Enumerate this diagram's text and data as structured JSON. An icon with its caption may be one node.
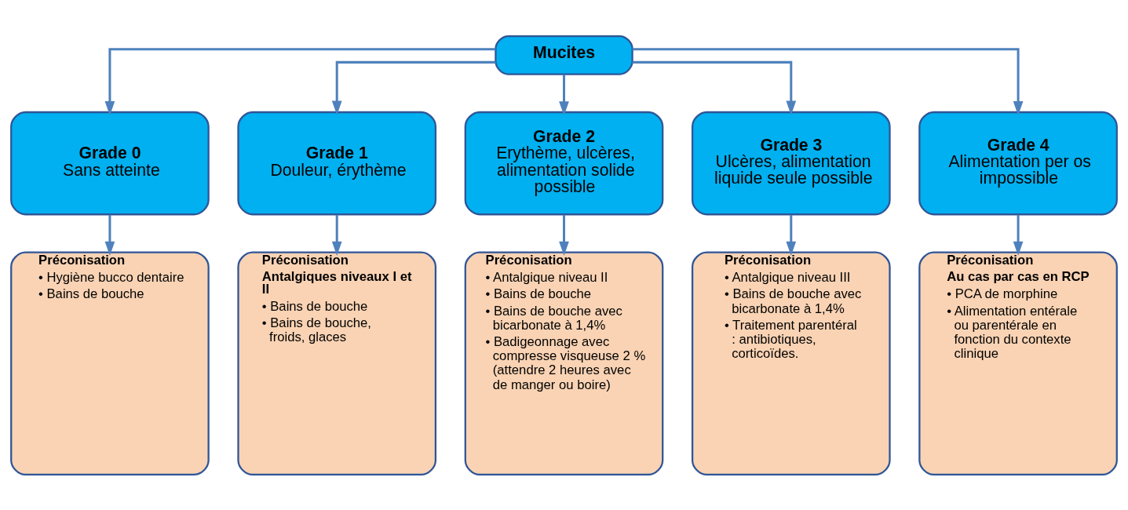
{
  "diagram": {
    "nodes": [
      {
        "text": [
          "Mucites"
        ]
      },
      {
        "text": [
          "Grade 0",
          "Sans atteinte"
        ]
      },
      {
        "text": [
          "Grade 1",
          "Douleur, érythème"
        ]
      },
      {
        "text": [
          "Grade 2",
          "Erythème, ulcères, alimentation solide possible"
        ]
      },
      {
        "text": [
          "Grade 3",
          "Ulcères, alimentation liquide seule possible"
        ]
      },
      {
        "text": [
          "Grade 4",
          "Alimentation per os impossible"
        ]
      },
      {
        "text": [
          "Préconisation",
          "• Hygiène bucco dentaire",
          "• Bains de bouche"
        ]
      },
      {
        "text": [
          "Préconisation",
          "Antalgiques niveaux I et II",
          "• Bains de bouche",
          "• Bains de bouche, froids, glaces"
        ]
      },
      {
        "text": [
          "Préconisation",
          "• Antalgique niveau II",
          "• Bains de bouche",
          "• Bains de bouche avec bicarbonate à 1,4%",
          "• Badigeonnage avec compresse visqueuse 2 % (attendre 2 heures avec de manger ou boire)"
        ]
      },
      {
        "text": [
          "Préconisation",
          "• Antalgique niveau III",
          "• Bains de bouche avec bicarbonate à 1,4%",
          "• Traitement parentéral : antibiotiques, corticoïdes."
        ]
      },
      {
        "text": [
          "Préconisation",
          "Au cas par cas en RCP",
          "• PCA de morphine",
          "• Alimentation entérale ou parentérale en fonction du contexte clinique"
        ]
      }
    ],
    "edges": [
      {
        "from": 0,
        "to": 1,
        "arrow": "to"
      },
      {
        "from": 0,
        "to": 2,
        "arrow": "to"
      },
      {
        "from": 0,
        "to": 3,
        "arrow": "to"
      },
      {
        "from": 0,
        "to": 4,
        "arrow": "to"
      },
      {
        "from": 0,
        "to": 5,
        "arrow": "to"
      },
      {
        "from": 1,
        "to": 6,
        "arrow": "to"
      },
      {
        "from": 2,
        "to": 7,
        "arrow": "to"
      },
      {
        "from": 3,
        "to": 8,
        "arrow": "to"
      },
      {
        "from": 4,
        "to": 9,
        "arrow": "to"
      },
      {
        "from": 5,
        "to": 10,
        "arrow": "to"
      }
    ]
  }
}
